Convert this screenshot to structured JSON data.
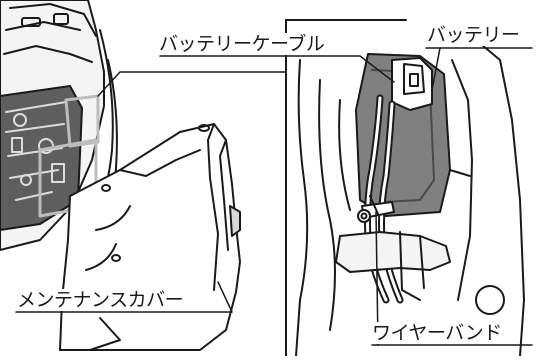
{
  "labels": {
    "battery_cable": "バッテリーケーブル",
    "battery": "バッテリー",
    "maintenance_cover": "メンテナンスカバー",
    "wire_band": "ワイヤーバンド"
  },
  "colors": {
    "line": "#1a1a1a",
    "shade": "#6e6e6e",
    "light": "#d9d9d9"
  }
}
